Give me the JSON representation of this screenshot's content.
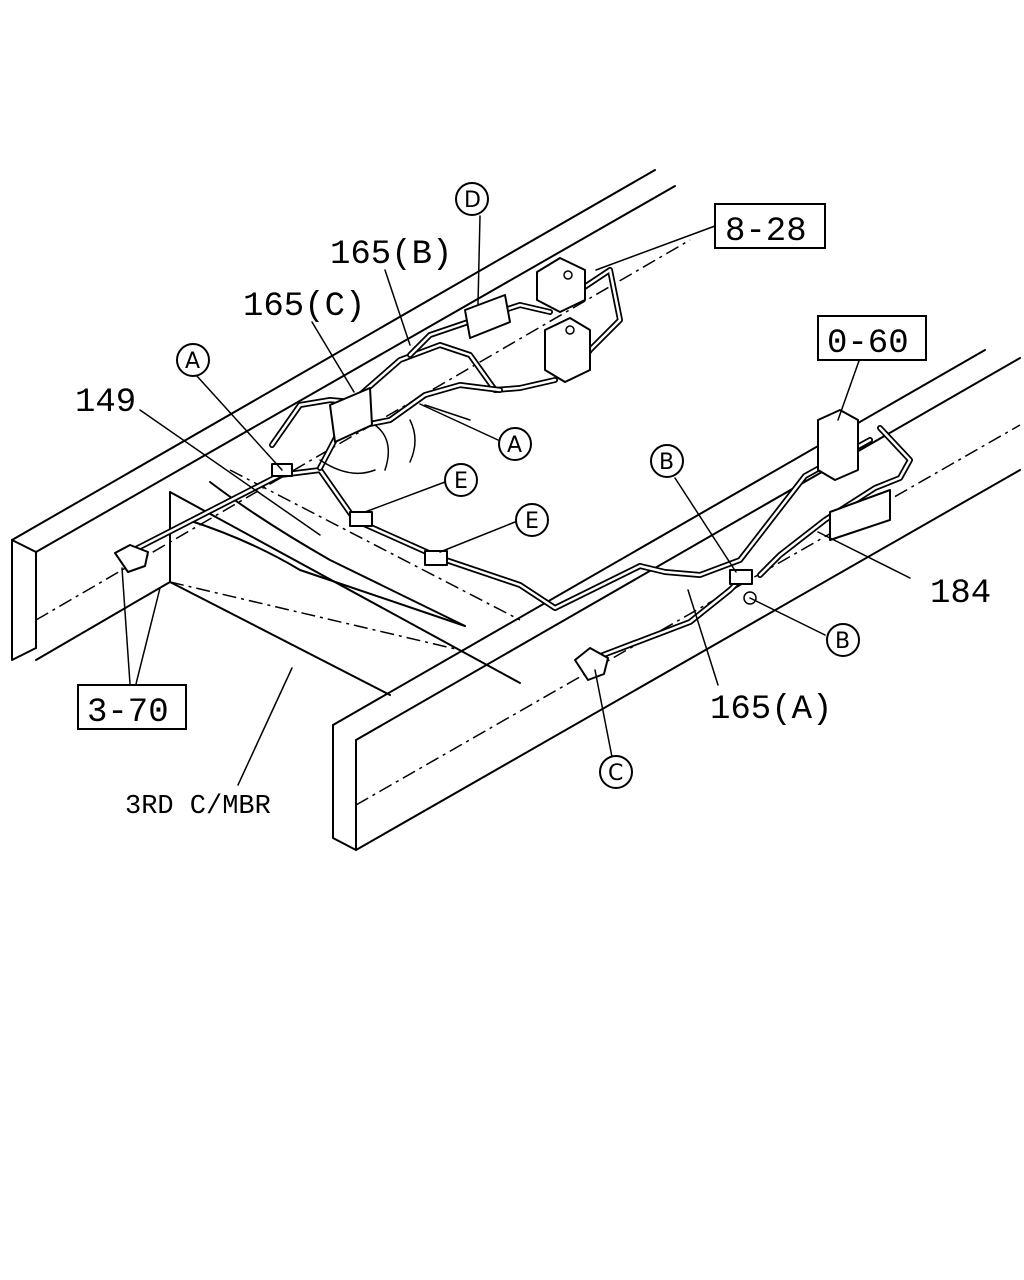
{
  "part_numbers": {
    "p149": "149",
    "p165a": "165(A)",
    "p165b": "165(B)",
    "p165c": "165(C)",
    "p184": "184"
  },
  "reference_boxes": {
    "r828": "8-28",
    "r060": "0-60",
    "r370": "3-70"
  },
  "callouts": {
    "a": "A",
    "b": "B",
    "c": "C",
    "d": "D",
    "e": "E"
  },
  "notes": {
    "crossmember": "3RD C/MBR"
  }
}
